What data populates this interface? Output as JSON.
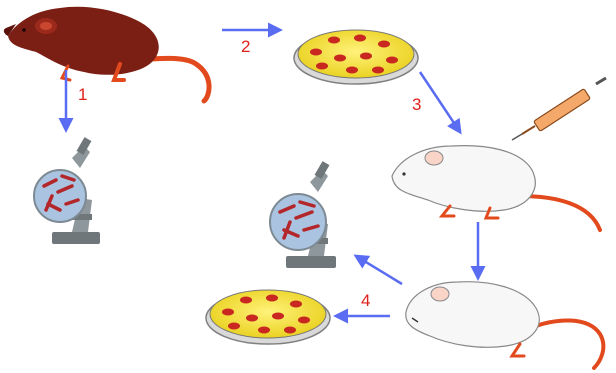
{
  "steps": [
    {
      "number": "1"
    },
    {
      "number": "2"
    },
    {
      "number": "3"
    },
    {
      "number": "4"
    }
  ],
  "colors": {
    "arrow": "#5a6cf2",
    "step_label": "#e0201b",
    "sick_rat": "#7b1e14",
    "rat_tail": "#e24a1d",
    "petri_agar": "#f2e32b",
    "bacteria_colony": "#c8281f",
    "white_rat": "#f7f7f7",
    "microscope_body": "#8e979c",
    "microscope_lens_view": "#a9c3e0"
  }
}
